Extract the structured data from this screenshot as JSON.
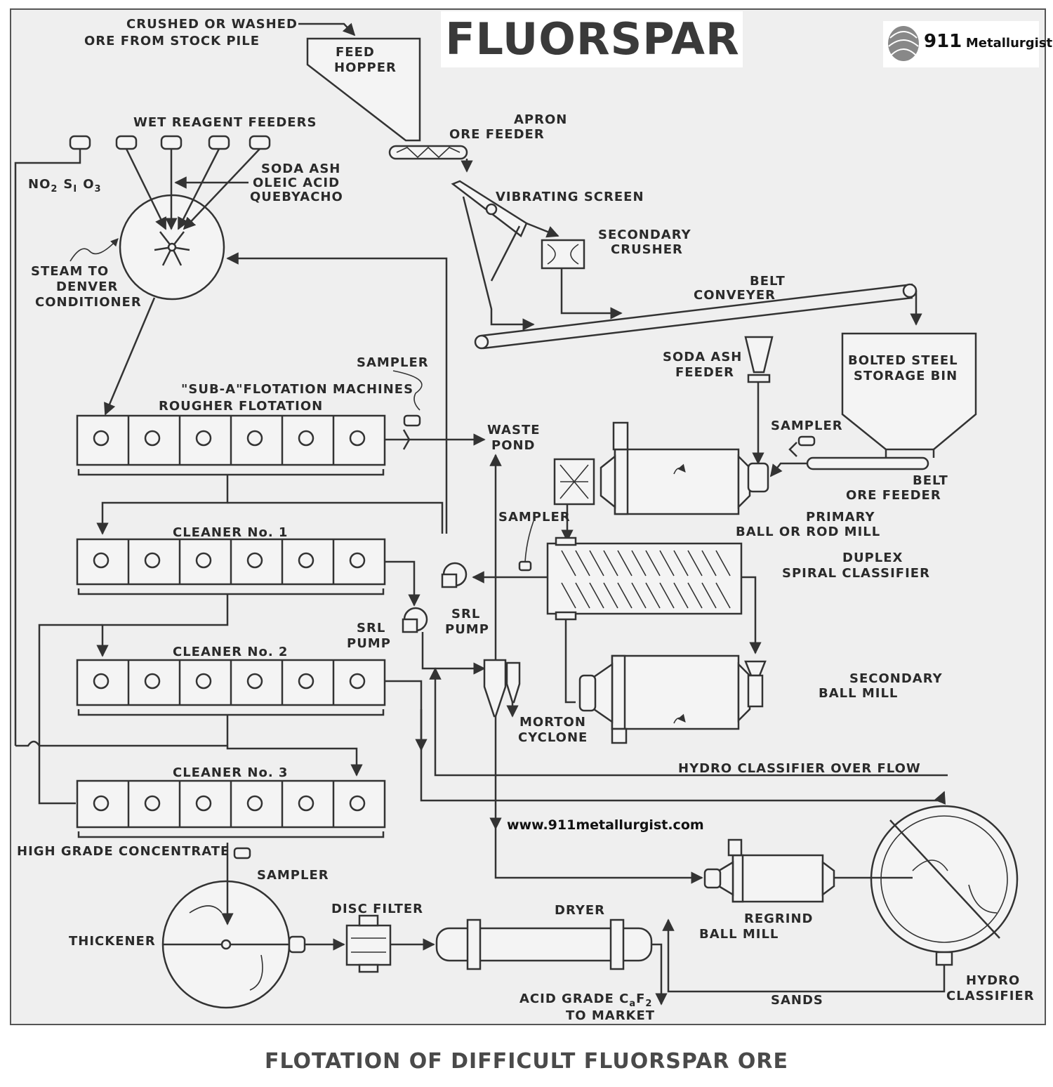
{
  "header": {
    "title": "FLUORSPAR",
    "logo_number": "911",
    "logo_word": "Metallurgist"
  },
  "labels": {
    "stock_line1": "CRUSHED OR WASHED",
    "stock_line2": "ORE FROM STOCK PILE",
    "feed_hopper_1": "FEED",
    "feed_hopper_2": "HOPPER",
    "apron_1": "APRON",
    "apron_2": "ORE FEEDER",
    "wet_reagent": "WET REAGENT FEEDERS",
    "soda_ash": "SODA ASH",
    "oleic_acid": "OLEIC ACID",
    "quebyacho": "QUEBYACHO",
    "no2_formula": "NO",
    "no2_sub1": "2",
    "si_formula": "S",
    "si_sub": "I",
    "o_formula": "O",
    "o_sub": "3",
    "vibrating_screen": "VIBRATING SCREEN",
    "secondary_crusher_1": "SECONDARY",
    "secondary_crusher_2": "CRUSHER",
    "steam_1": "STEAM TO",
    "steam_2": "DENVER",
    "steam_3": "CONDITIONER",
    "belt_conveyer_1": "BELT",
    "belt_conveyer_2": "CONVEYER",
    "soda_ash_feeder_1": "SODA ASH",
    "soda_ash_feeder_2": "FEEDER",
    "bolted_1": "BOLTED STEEL",
    "bolted_2": "STORAGE BIN",
    "sampler": "SAMPLER",
    "suba": "\"SUB-A\"FLOTATION MACHINES",
    "rougher": "ROUGHER FLOTATION",
    "waste_1": "WASTE",
    "waste_2": "POND",
    "belt_feeder_1": "BELT",
    "belt_feeder_2": "ORE FEEDER",
    "primary_1": "PRIMARY",
    "primary_2": "BALL OR ROD MILL",
    "cleaner1": "CLEANER No. 1",
    "duplex_1": "DUPLEX",
    "duplex_2": "SPIRAL CLASSIFIER",
    "srl_1": "SRL",
    "srl_2": "PUMP",
    "cleaner2": "CLEANER No. 2",
    "secondary_ball_1": "SECONDARY",
    "secondary_ball_2": "BALL MILL",
    "morton_1": "MORTON",
    "morton_2": "CYCLONE",
    "hydro_overflow": "HYDRO CLASSIFIER OVER FLOW",
    "cleaner3": "CLEANER No. 3",
    "high_grade": "HIGH GRADE CONCENTRATE",
    "disc_filter": "DISC FILTER",
    "dryer": "DRYER",
    "regrind_1": "REGRIND",
    "regrind_2": "BALL MILL",
    "thickener": "THICKENER",
    "acid_grade": "ACID GRADE C",
    "acid_sub1": "a",
    "acid_f": "F",
    "acid_sub2": "2",
    "to_market": "TO MARKET",
    "sands": "SANDS",
    "hydro_1": "HYDRO",
    "hydro_2": "CLASSIFIER"
  },
  "website": "www.911metallurgist.com",
  "caption": "FLOTATION OF DIFFICULT FLUORSPAR ORE"
}
